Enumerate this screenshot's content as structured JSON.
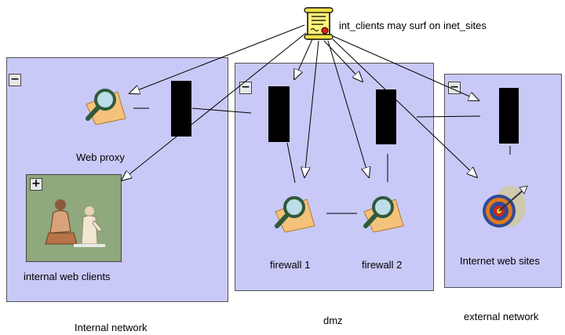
{
  "policy": {
    "text": "int_clients may surf on inet_sites",
    "icon": "certificate-icon"
  },
  "zones": {
    "internal": {
      "label": "Internal network",
      "collapse_glyph": "−"
    },
    "dmz": {
      "label": "dmz",
      "collapse_glyph": "−"
    },
    "external": {
      "label": "external network",
      "collapse_glyph": "−"
    }
  },
  "nodes": {
    "web_proxy": {
      "label": "Web proxy",
      "icon": "magnifier-icon"
    },
    "internal_web_clients": {
      "label": "internal web clients",
      "icon": "people-icon",
      "expand_glyph": "+"
    },
    "firewall_1": {
      "label": "firewall 1",
      "icon": "magnifier-icon"
    },
    "firewall_2": {
      "label": "firewall 2",
      "icon": "magnifier-icon"
    },
    "internet_web_sites": {
      "label": "Internet web sites",
      "icon": "target-icon"
    }
  },
  "colors": {
    "zone_fill": "#c9c9f7",
    "port": "#000000",
    "clients_fill": "#8fa87d"
  }
}
